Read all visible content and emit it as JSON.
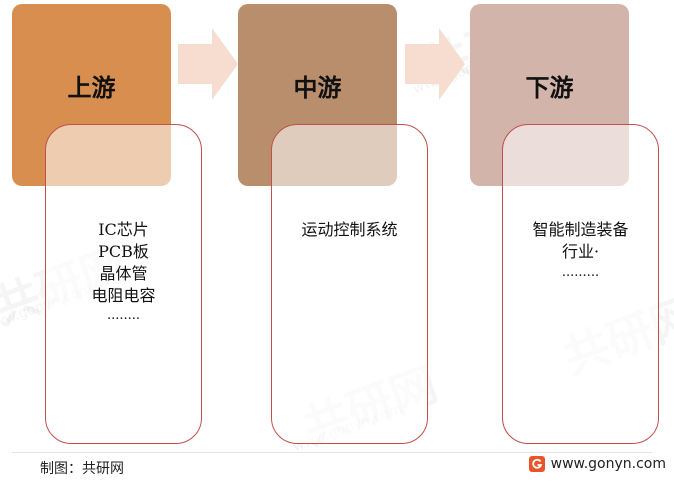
{
  "stages": [
    {
      "label": "上游",
      "items": [
        "IC芯片",
        "PCB板",
        "晶体管",
        "电阻电容",
        "........"
      ]
    },
    {
      "label": "中游",
      "items": [
        "运动控制系统"
      ]
    },
    {
      "label": "下游",
      "items": [
        "智能制造装备",
        "行业·",
        "........."
      ]
    }
  ],
  "footer": {
    "credit": "制图：共研网",
    "website": "www.gonyn.com"
  },
  "watermark": {
    "text": "共研网",
    "url": "www.gonyn.com"
  },
  "colors": {
    "upstream": "#d88e4f",
    "midstream": "#b98e6c",
    "downstream": "#d3b4aa",
    "arrow": "#f7ddd0",
    "card_border": "#c0504d",
    "logo": "#e9552a"
  }
}
